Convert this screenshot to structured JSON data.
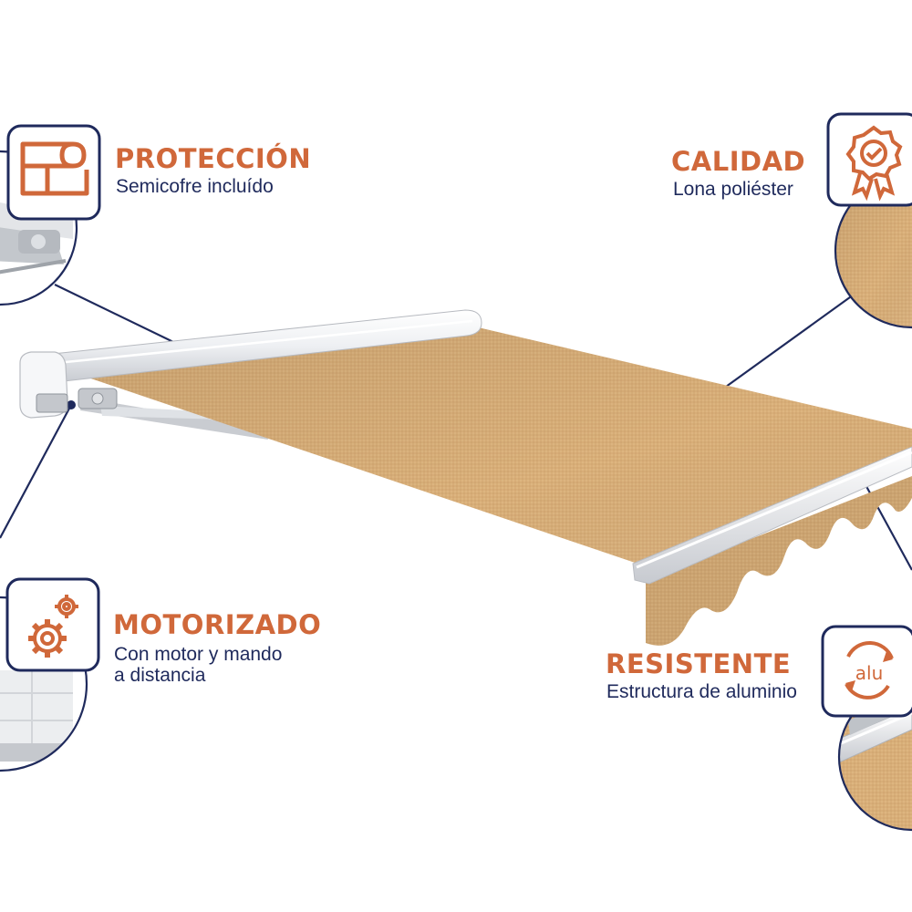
{
  "features": {
    "proteccion": {
      "title": "PROTECCIÓN",
      "subtitle": "Semicofre incluído",
      "icon": "cassette-icon"
    },
    "calidad": {
      "title": "CALIDAD",
      "subtitle": "Lona poliéster",
      "icon": "quality-badge-icon"
    },
    "motorizado": {
      "title": "MOTORIZADO",
      "subtitle_line1": "Con motor y mando",
      "subtitle_line2": "a distancia",
      "icon": "gears-icon"
    },
    "resistente": {
      "title": "RESISTENTE",
      "subtitle": "Estructura de aluminio",
      "icon": "aluminium-recycle-icon",
      "icon_text": "alu"
    }
  },
  "colors": {
    "title_orange": "#d0683a",
    "navy": "#1f2a5c",
    "fabric": "#d9b07c",
    "frame_white": "#f2f3f5"
  }
}
